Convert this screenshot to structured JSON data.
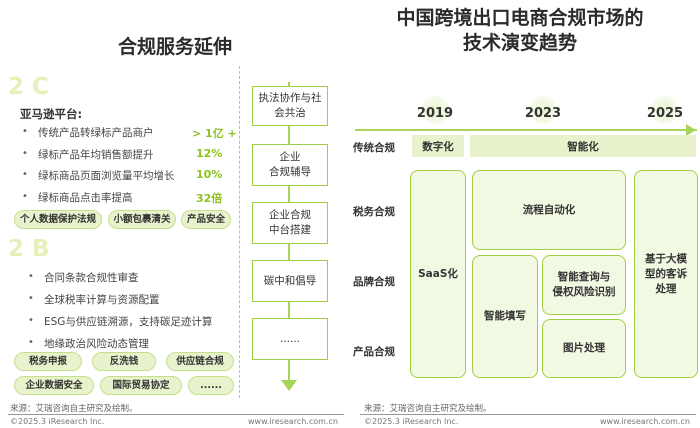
{
  "left": {
    "title": "合规服务延伸",
    "section_c": {
      "label": "2 C",
      "platform": "亚马逊平台:",
      "items": [
        {
          "text": "传统产品转绿标产品商户",
          "value": "> 1亿 +"
        },
        {
          "text": "绿标产品年均销售额提升",
          "value": "12%"
        },
        {
          "text": "绿标商品页面浏览量平均增长",
          "value": "10%"
        },
        {
          "text": "绿标商品点击率提高",
          "value": "32倍"
        }
      ],
      "tags": [
        "个人数据保护法规",
        "小额包裹清关",
        "产品安全"
      ]
    },
    "section_b": {
      "label": "2 B",
      "items": [
        "合同条款合规性审查",
        "全球税率计算与资源配置",
        "ESG与供应链溯源，支持碳足迹计算",
        "地缘政治风险动态管理"
      ],
      "tags_row1": [
        "税务申报",
        "反洗钱",
        "供应链合规"
      ],
      "tags_row2": [
        "企业数据安全",
        "国际贸易协定",
        "......"
      ]
    },
    "flow": [
      "执法协作与社会共治",
      "企业合规辅导",
      "企业合规中台搭建",
      "碳中和倡导",
      "......"
    ],
    "flow_lines": [
      [
        "执法协作与社",
        "会共治"
      ],
      [
        "企业",
        "合规辅导"
      ],
      [
        "企业合规",
        "中台搭建"
      ],
      [
        "碳中和倡导"
      ],
      [
        "......"
      ]
    ],
    "source": "来源：艾瑞咨询自主研究及绘制。",
    "copyright": "©2025.3 iResearch Inc.",
    "url": "www.iresearch.com.cn"
  },
  "right": {
    "title_line1": "中国跨境出口电商合规市场的",
    "title_line2": "技术演变趋势",
    "years": [
      "2019",
      "2023",
      "2025"
    ],
    "header": {
      "label": "传统合规",
      "col1": "数字化",
      "col2": "智能化"
    },
    "rows": [
      "税务合规",
      "品牌合规",
      "产品合规"
    ],
    "boxes": {
      "saas": "SaaS化",
      "flow_auto": "流程自动化",
      "smart_fill": "智能填写",
      "smart_query": [
        "智能查询与",
        "侵权风险识别"
      ],
      "image": "图片处理",
      "llm": [
        "基于大模",
        "型的客诉",
        "处理"
      ]
    },
    "source": "来源：艾瑞咨询自主研究及绘制。",
    "copyright": "©2025.3 iResearch Inc.",
    "url": "www.iresearch.com.cn"
  },
  "colors": {
    "accent": "#8dc21f",
    "light_green": "#e8f3cd",
    "border_green": "#9fcf45"
  }
}
